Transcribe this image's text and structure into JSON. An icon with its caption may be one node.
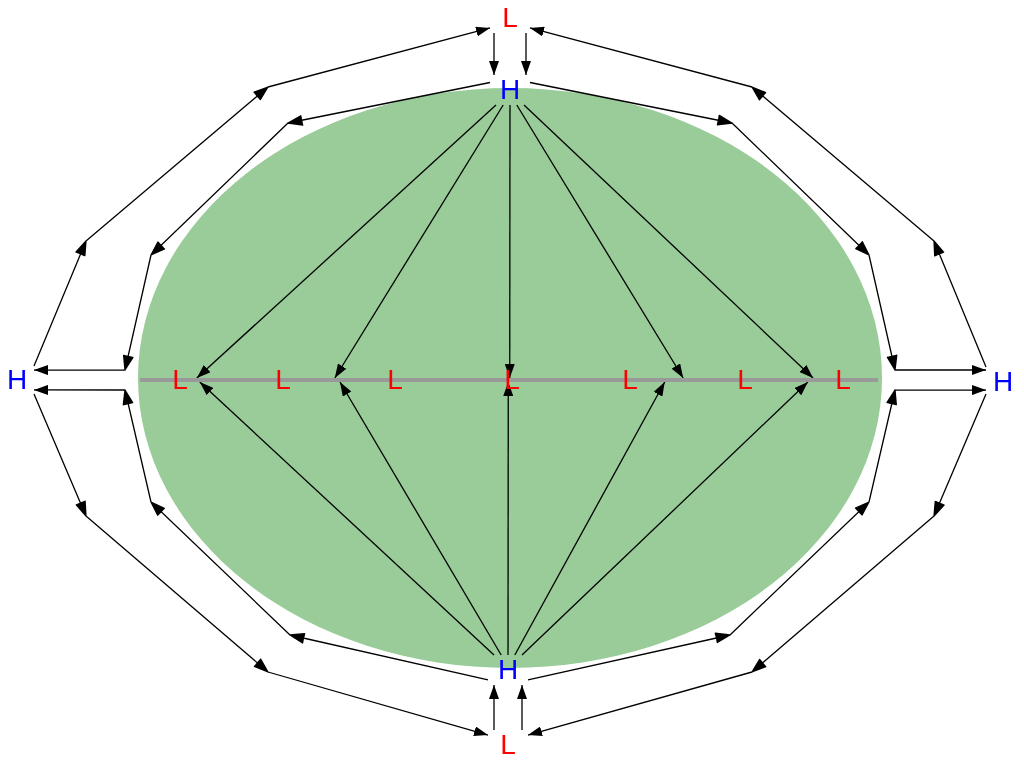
{
  "diagram": {
    "nodes": [
      {
        "text": [
          "L"
        ]
      },
      {
        "text": [
          "H"
        ]
      },
      {
        "text": [
          "H"
        ]
      },
      {
        "text": [],
        "shape": "bar"
      },
      {
        "text": [
          "H"
        ]
      },
      {
        "text": [
          "H"
        ]
      },
      {
        "text": [
          "L"
        ]
      }
    ],
    "edges": [
      {
        "from": 0,
        "to": 1,
        "arrow": "to"
      },
      {
        "from": 0,
        "to": 1,
        "arrow": "to"
      },
      {
        "from": 1,
        "to": 3,
        "arrow": "to"
      },
      {
        "from": 1,
        "to": 3,
        "arrow": "to"
      },
      {
        "from": 1,
        "to": 3,
        "arrow": "to"
      },
      {
        "from": 1,
        "to": 3,
        "arrow": "to"
      },
      {
        "from": 1,
        "to": 3,
        "arrow": "to"
      },
      {
        "from": 5,
        "to": 3,
        "arrow": "to"
      },
      {
        "from": 5,
        "to": 3,
        "arrow": "to"
      },
      {
        "from": 5,
        "to": 3,
        "arrow": "to"
      },
      {
        "from": 5,
        "to": 3,
        "arrow": "to"
      },
      {
        "from": 5,
        "to": 3,
        "arrow": "to"
      },
      {
        "from": 1,
        "to": 2,
        "arrow": "to"
      },
      {
        "from": 2,
        "to": 0,
        "arrow": "to"
      },
      {
        "from": 1,
        "to": 4,
        "arrow": "to"
      },
      {
        "from": 4,
        "to": 0,
        "arrow": "to"
      },
      {
        "from": 5,
        "to": 2,
        "arrow": "to"
      },
      {
        "from": 2,
        "to": 6,
        "arrow": "to"
      },
      {
        "from": 5,
        "to": 4,
        "arrow": "to"
      },
      {
        "from": 4,
        "to": 6,
        "arrow": "to"
      },
      {
        "from": 6,
        "to": 5,
        "arrow": "to"
      },
      {
        "from": 6,
        "to": 5,
        "arrow": "to"
      }
    ],
    "labels": [
      "L",
      "L",
      "L",
      "L",
      "L",
      "L",
      "L"
    ]
  }
}
